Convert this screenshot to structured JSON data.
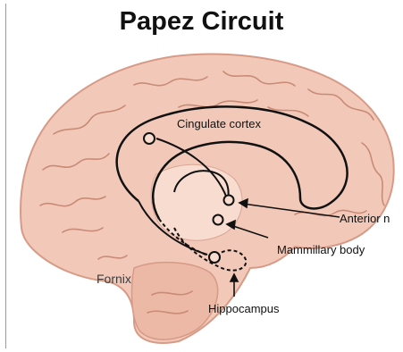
{
  "title": "Papez Circuit",
  "labels": {
    "cingulate": "Cingulate cortex",
    "anterior": "Anterior n",
    "mammillary": "Mammillary body",
    "fornix": "Fornix",
    "hippocampus": "Hippocampus"
  },
  "colors": {
    "brain_fill": "#f2c9b9",
    "brain_outline": "#d79a86",
    "gyri": "#c98a76",
    "circuit": "#111111"
  }
}
